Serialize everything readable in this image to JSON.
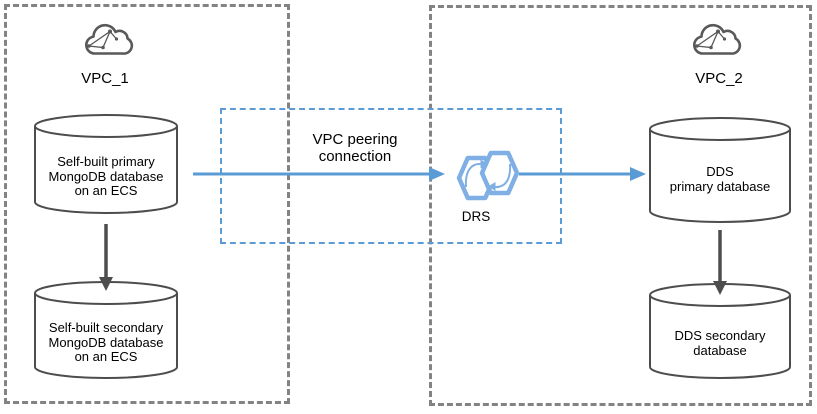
{
  "diagram": {
    "vpc1_label": "VPC_1",
    "vpc2_label": "VPC_2",
    "peering_label": "VPC peering\nconnection",
    "drs_label": "DRS",
    "mongo_primary_label": "Self-built primary\nMongoDB database\non an ECS",
    "mongo_secondary_label": "Self-built secondary\nMongoDB database\non an ECS",
    "dds_primary_label": "DDS\nprimary database",
    "dds_secondary_label": "DDS secondary\ndatabase",
    "icons": {
      "vpc1": "cloud-icon",
      "vpc2": "cloud-icon",
      "center": "drs-replication-icon",
      "databases": "database-cylinder"
    },
    "colors": {
      "arrow_blue": "#5B9BD5",
      "drs_icon_blue": "#7FAFE4",
      "boundary_gray": "#838383",
      "shape_dark_gray": "#4D4D4D",
      "cloud_gray": "#595959",
      "text": "#000000",
      "background": "#FFFFFF"
    }
  }
}
